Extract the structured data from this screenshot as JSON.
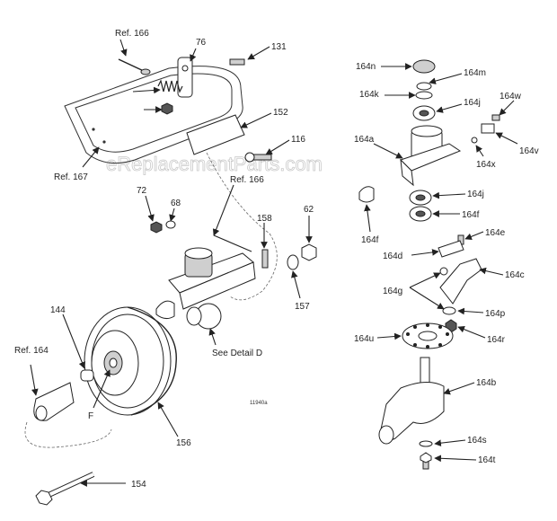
{
  "watermark": "eReplacementParts.com",
  "drawing_number": "11940a",
  "labels": {
    "ref166_top": "Ref. 166",
    "p76": "76",
    "p131": "131",
    "p152": "152",
    "p116": "116",
    "ref167": "Ref. 167",
    "ref166_mid": "Ref. 166",
    "p72": "72",
    "p68": "68",
    "p158": "158",
    "p62": "62",
    "p157": "157",
    "detail": "See Detail D",
    "p144": "144",
    "ref164": "Ref. 164",
    "f_left": "F",
    "p156": "156",
    "p154": "154",
    "p164n": "164n",
    "p164m": "164m",
    "p164k": "164k",
    "p164j_top": "164j",
    "p164w": "164w",
    "p164a": "164a",
    "p164v": "164v",
    "p164x": "164x",
    "p164j_mid": "164j",
    "p164f_r": "164f",
    "p164f_l": "164f",
    "p164e": "164e",
    "p164d": "164d",
    "p164c": "164c",
    "p164g": "164g",
    "p164p": "164p",
    "p164r": "164r",
    "p164u": "164u",
    "p164b": "164b",
    "p164s": "164s",
    "p164t": "164t"
  }
}
